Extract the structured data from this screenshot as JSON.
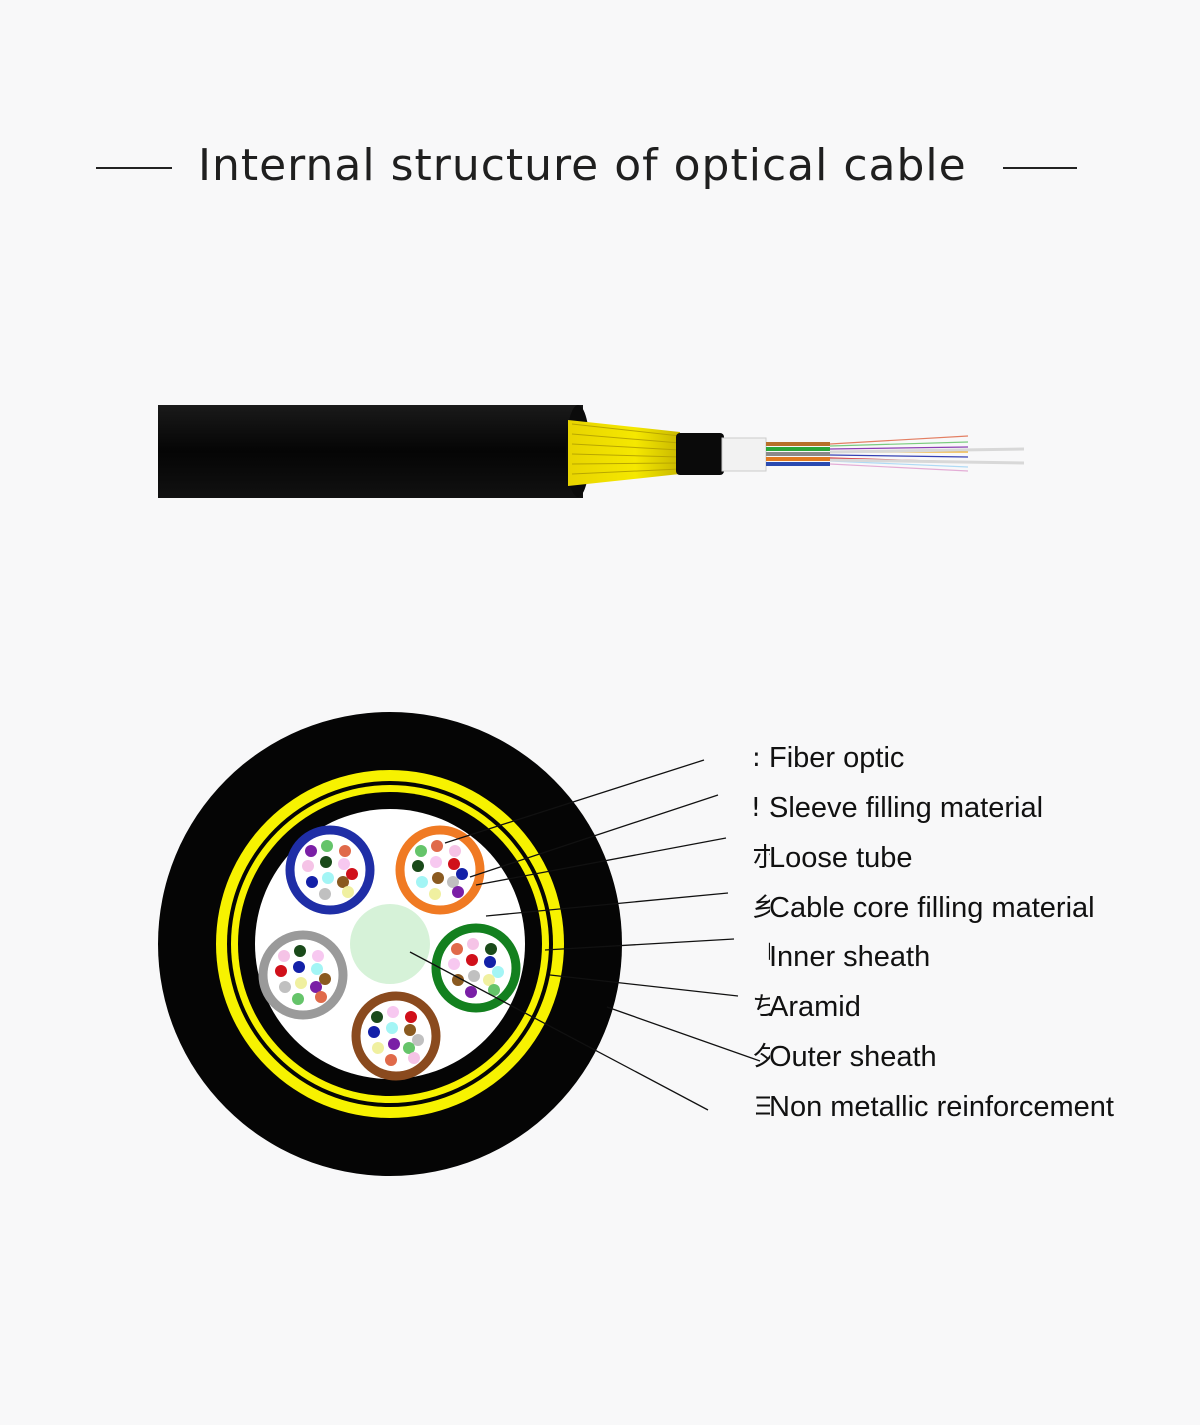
{
  "title": "Internal structure of optical cable",
  "colors": {
    "jacket": "#050505",
    "aramid": "#f7f200",
    "core_fill": "#ffffff",
    "center_member": "#d6f2d8"
  },
  "tube_colors": [
    "#1f2ea6",
    "#f07a23",
    "#13801f",
    "#9a9a9a",
    "#8a4a1e"
  ],
  "fiber_colors": [
    "#7a1fa6",
    "#65c46a",
    "#e06a4a",
    "#f5c3e6",
    "#1a4a1a",
    "#f7c8f0",
    "#d0101a",
    "#1320a8",
    "#a3f5f5",
    "#8a5a20",
    "#c0c0c0",
    "#f0f0a0"
  ],
  "legend": [
    {
      "glyph": ":",
      "label": "Fiber optic"
    },
    {
      "glyph": "ǃ",
      "label": "Sleeve filling material"
    },
    {
      "glyph": "朩",
      "label": "Loose tube"
    },
    {
      "glyph": "乡",
      "label": "Cable core filling material"
    },
    {
      "glyph": "「",
      "label": "Inner sheath"
    },
    {
      "glyph": "ち",
      "label": "Aramid"
    },
    {
      "glyph": "夕",
      "label": "Outer sheath"
    },
    {
      "glyph": "ヨ",
      "label": "Non metallic reinforcement"
    }
  ]
}
